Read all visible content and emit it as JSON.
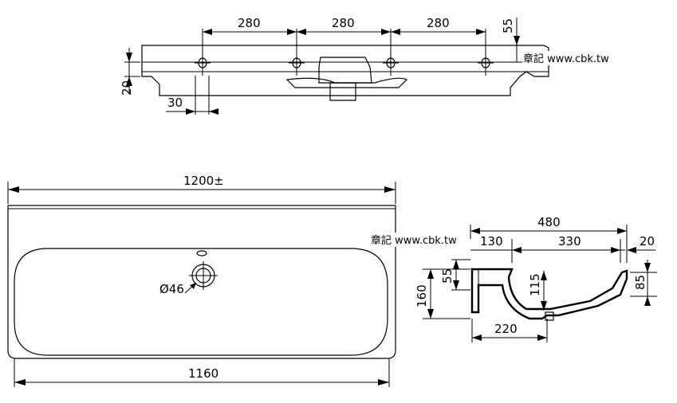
{
  "top_view": {
    "dim_hole_spacing_1": "280",
    "dim_hole_spacing_2": "280",
    "dim_hole_spacing_3": "280",
    "dim_right_height": "55",
    "dim_left_height": "20",
    "dim_left_offset": "30",
    "watermark": "章記 www.cbk.tw"
  },
  "plan_view": {
    "dim_total_width": "1200±",
    "dim_inner_width": "1160",
    "dim_drain": "Ø46"
  },
  "side_view": {
    "dim_depth": "480",
    "dim_front": "130",
    "dim_bowl": "330",
    "dim_rear": "20",
    "dim_rim_height": "55",
    "dim_total_height": "160",
    "dim_bowl_depth": "115",
    "dim_right_height": "85",
    "dim_drain_offset": "220",
    "watermark": "章記 www.cbk.tw"
  }
}
